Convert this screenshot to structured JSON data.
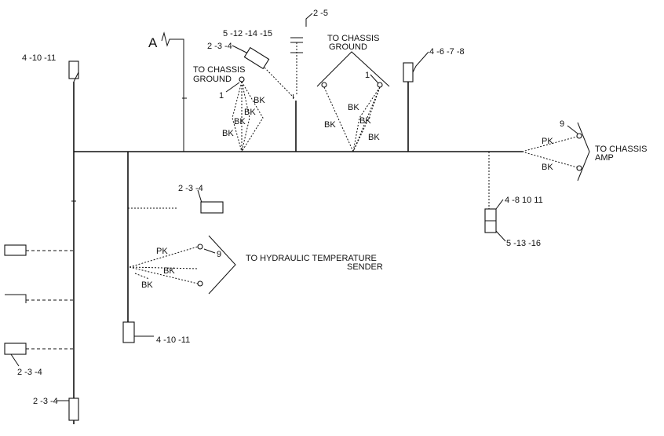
{
  "labels": {
    "a_marker": "A",
    "ref_4_10_11_top": "4 -10 -11",
    "ref_2_3_4_top": "2 -3 -4",
    "ref_5_12_14_15": "5 -12 -14 -15",
    "ref_2_5": "2 -5",
    "ref_4_6_7_8": "4 -6 -7 -8",
    "ref_2_3_4_mid": "2 -3 -4",
    "ref_4_8_10_11": "4 -8 10 11",
    "ref_5_13_16": "5 -13 -16",
    "ref_4_10_11_bottom": "4 -10 -11",
    "ref_2_3_4_left": "2 -3 -4",
    "ref_2_3_4_bottom": "2 -3 -4"
  },
  "callouts": {
    "chassis_ground_left": [
      "TO CHASSIS",
      "GROUND"
    ],
    "chassis_ground_right": [
      "TO CHASSIS",
      "GROUND"
    ],
    "chassis_amp": [
      "TO CHASSIS",
      "AMP"
    ],
    "hydraulic_sender": [
      "TO HYDRAULIC TEMPERATURE",
      "SENDER"
    ]
  },
  "terminals": {
    "ground_left": "1",
    "ground_right": "1",
    "amp": "9",
    "hydraulic": "9"
  },
  "wire_colors": {
    "bk": "BK",
    "pk": "PK"
  }
}
